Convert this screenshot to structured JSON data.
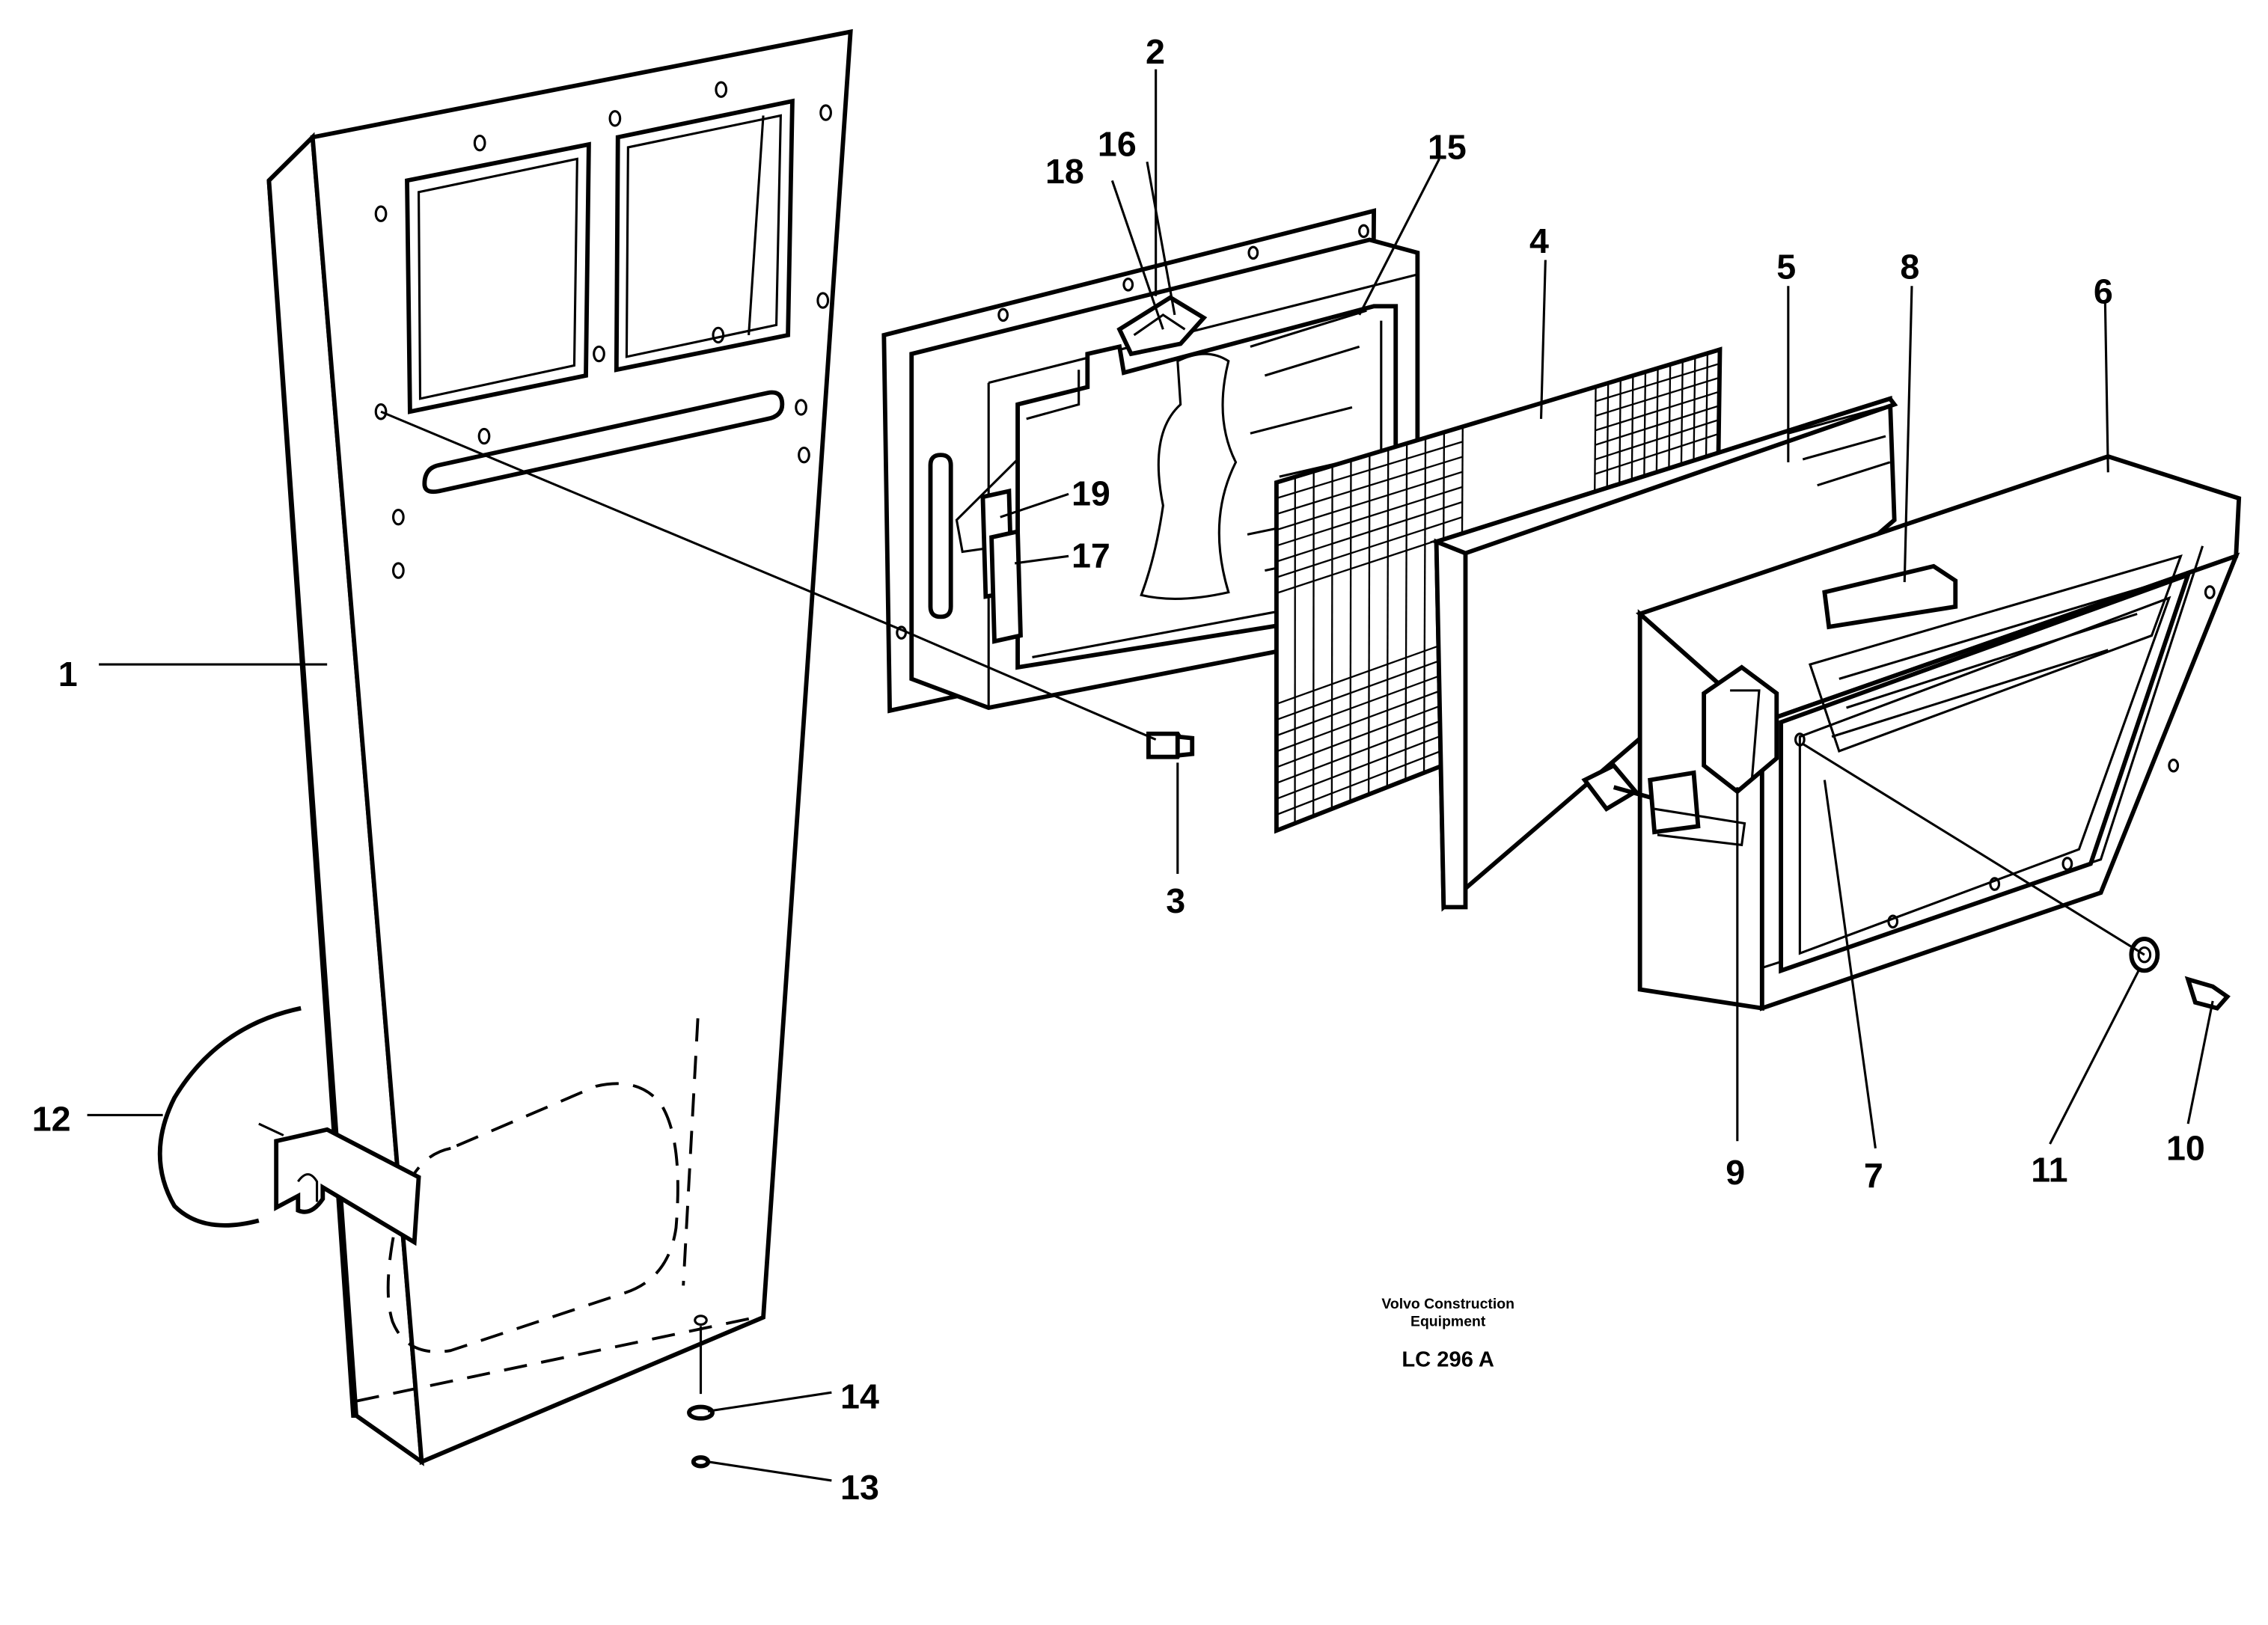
{
  "callouts": [
    "1",
    "2",
    "3",
    "4",
    "5",
    "6",
    "7",
    "8",
    "9",
    "10",
    "11",
    "12",
    "13",
    "14",
    "15",
    "16",
    "17",
    "18",
    "19"
  ],
  "caption": {
    "line1": "Volvo Construction",
    "line2": "Equipment",
    "code": "LC 296  A"
  },
  "icons": {
    "panel": "door-panel-icon",
    "frame": "window-frame-icon",
    "mesh": "mesh-screen-icon",
    "filter": "filter-pad-icon",
    "housing": "filter-housing-icon"
  },
  "colors": {
    "ink": "#000000",
    "paper": "#ffffff"
  }
}
